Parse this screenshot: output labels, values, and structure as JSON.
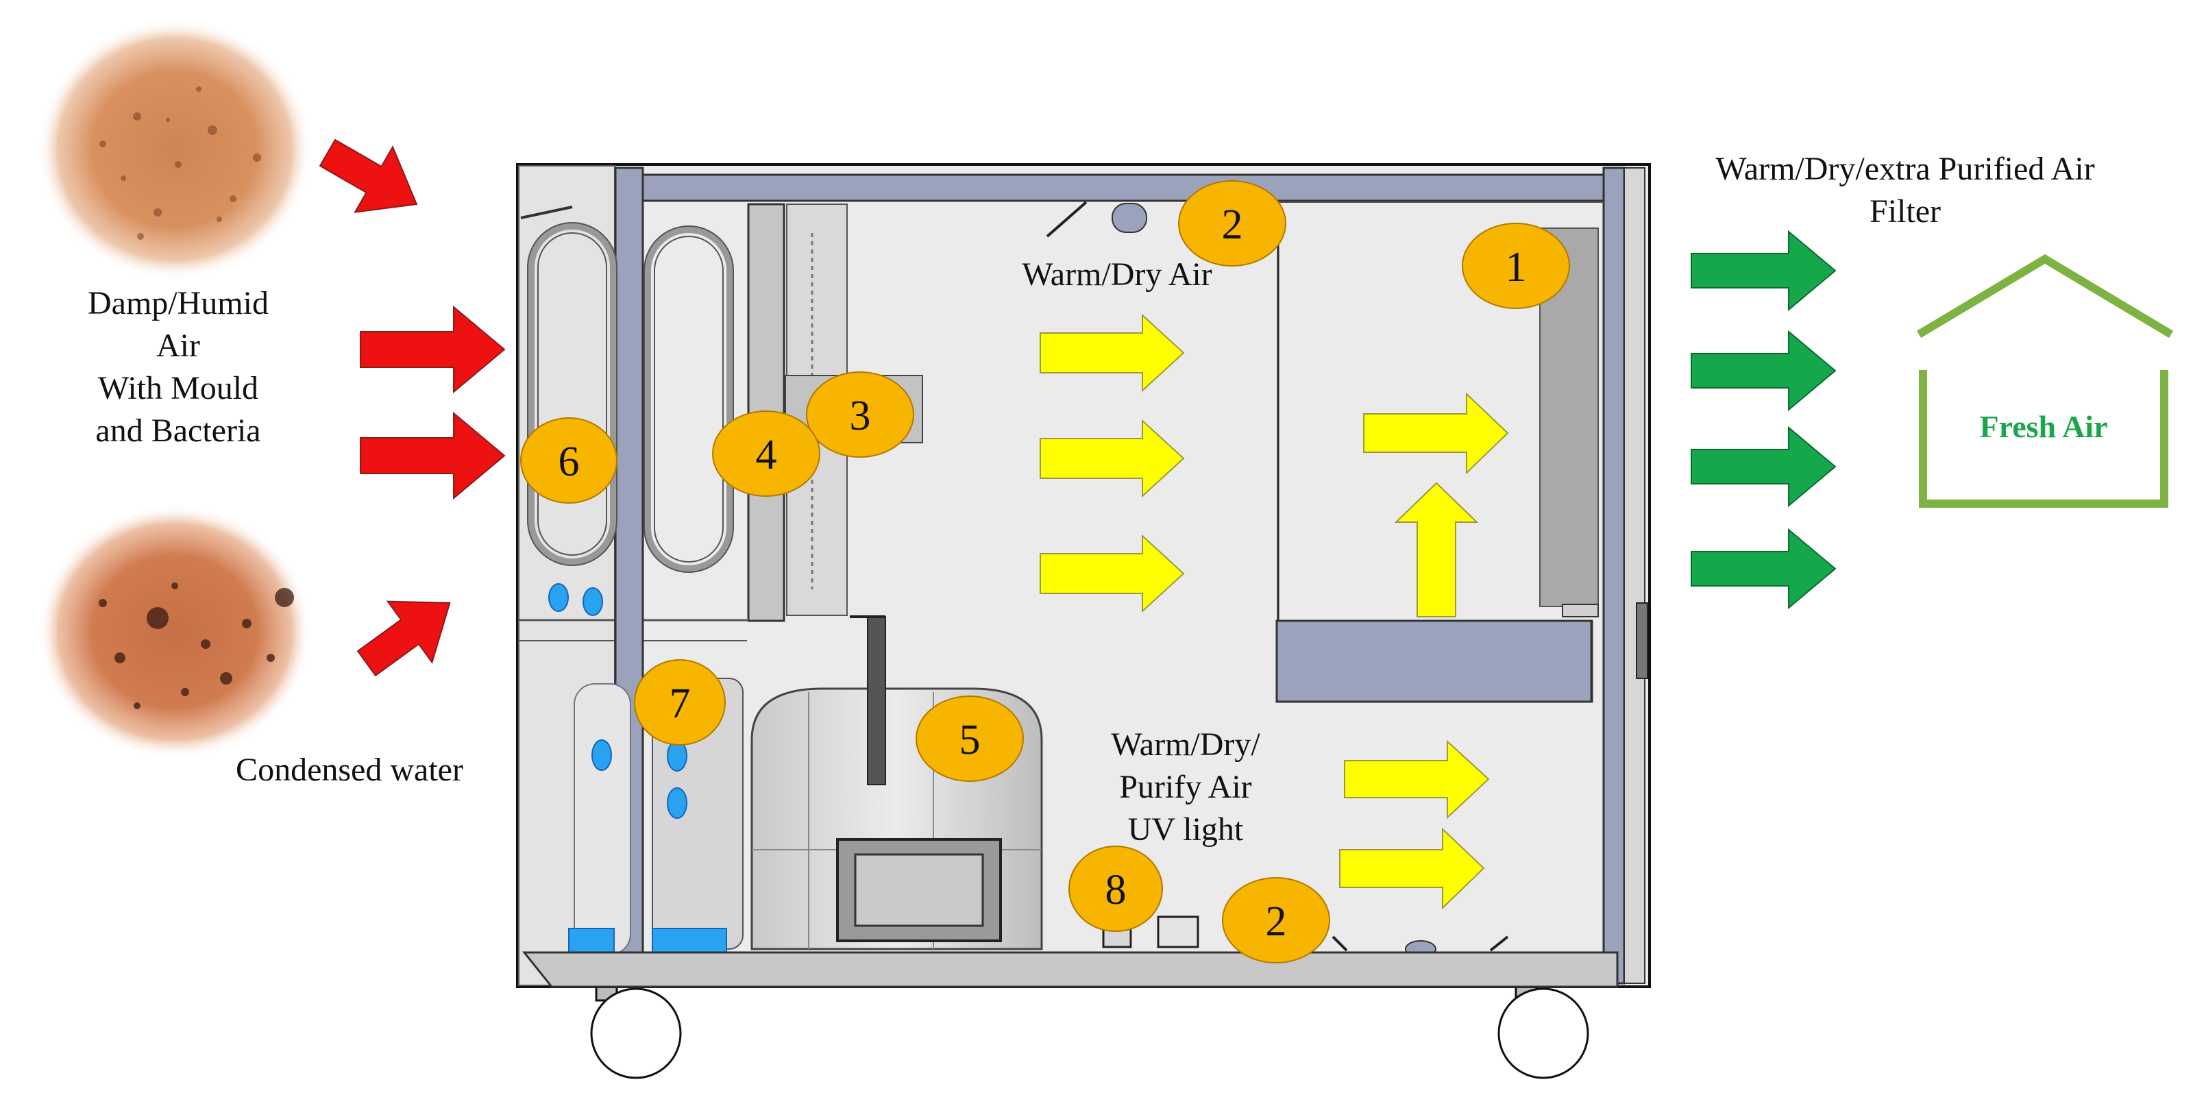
{
  "labels": {
    "intake": [
      "Damp/Humid",
      "Air",
      "With Mould",
      "and Bacteria"
    ],
    "condensed": "Condensed water",
    "top_air": "Warm/Dry Air",
    "bottom_air": [
      "Warm/Dry/",
      "Purify Air",
      "UV light"
    ],
    "output": [
      "Warm/Dry/extra Purified Air",
      "Filter"
    ],
    "house": "Fresh Air"
  },
  "markers": [
    "1",
    "2",
    "3",
    "4",
    "5",
    "6",
    "7",
    "8",
    "2"
  ],
  "colors": {
    "intake_arrow": "#ee1111",
    "flow_arrow": "#ffff00",
    "output_arrow": "#14a84a",
    "marker_fill": "#f7b500",
    "house_outline": "#7cb342",
    "house_text": "#1aa64a",
    "water": "#29a3f0"
  },
  "icons": [
    "mould-sample-image",
    "bacteria-sample-image",
    "house-icon",
    "wheel-icon"
  ]
}
